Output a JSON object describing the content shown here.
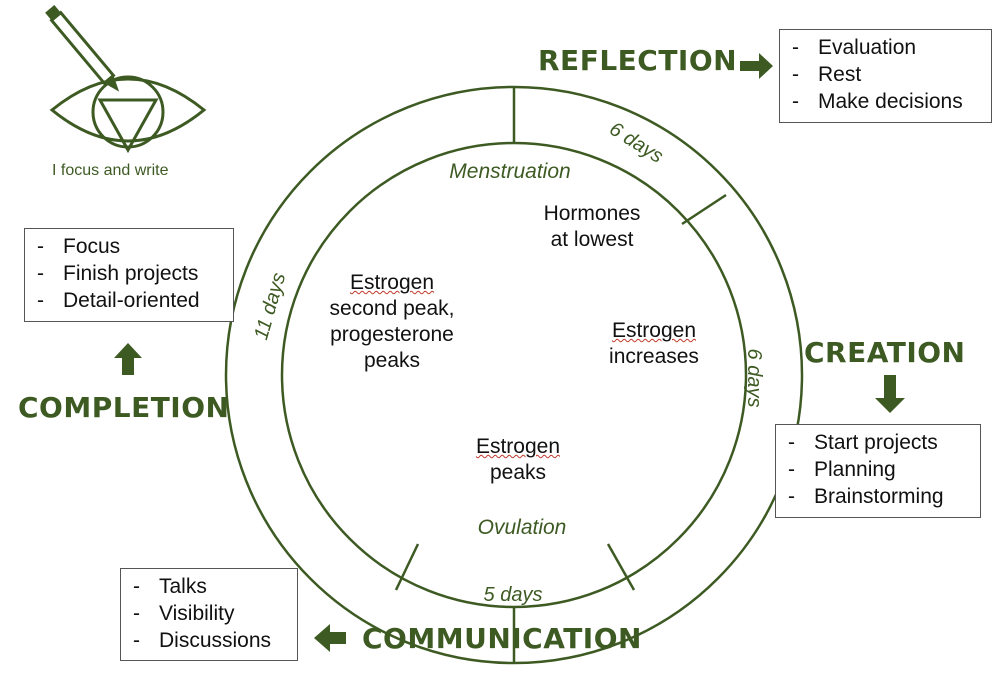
{
  "logo": {
    "caption": "I focus and write"
  },
  "ring": {
    "menstruation": "Menstruation",
    "ovulation": "Ovulation",
    "seg_top_right": "6 days",
    "seg_right": "6 days",
    "seg_bottom": "5 days",
    "seg_left": "11 days"
  },
  "inner": {
    "top_line1": "Hormones",
    "top_line2": "at lowest",
    "right_line1": "Estrogen",
    "right_line2": "increases",
    "left_line1": "Estrogen",
    "left_line2": "second peak,",
    "left_line3": "progesterone",
    "left_line4": "peaks",
    "bottom_line1": "Estrogen",
    "bottom_line2": "peaks"
  },
  "phases": {
    "reflection": {
      "title": "REFLECTION",
      "items": [
        "Evaluation",
        "Rest",
        "Make decisions"
      ]
    },
    "creation": {
      "title": "CREATION",
      "items": [
        "Start projects",
        "Planning",
        "Brainstorming"
      ]
    },
    "communication": {
      "title": "COMMUNICATION",
      "items": [
        "Talks",
        "Visibility",
        "Discussions"
      ]
    },
    "completion": {
      "title": "COMPLETION",
      "items": [
        "Focus",
        "Finish projects",
        "Detail-oriented"
      ]
    }
  },
  "colors": {
    "accent": "#3d5a23",
    "box_border": "#555555",
    "spellcheck": "#c0392b"
  }
}
